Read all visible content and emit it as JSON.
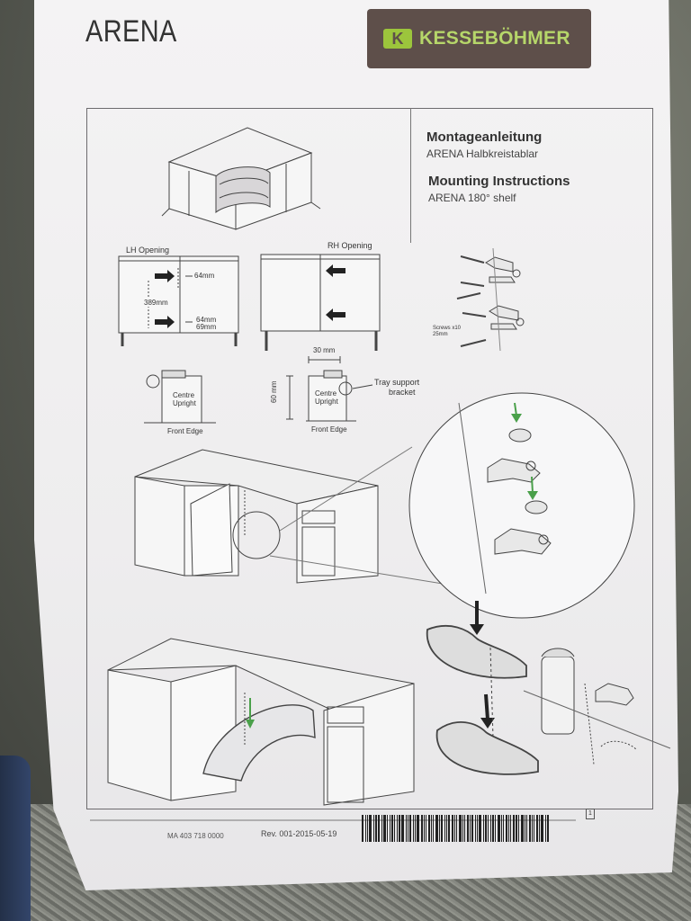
{
  "header": {
    "product": "ARENA",
    "brand_logo": "K",
    "brand_name": "KESSEBÖHMER"
  },
  "info": {
    "de_title": "Montageanleitung",
    "de_subtitle": "ARENA Halbkreistablar",
    "en_title": "Mounting Instructions",
    "en_subtitle": "ARENA 180° shelf"
  },
  "labels": {
    "lh_opening": "LH Opening",
    "rh_opening": "RH Opening",
    "dim_64_top": "64mm",
    "dim_389": "389mm",
    "dim_64_bottom": "64mm",
    "dim_69": "69mm",
    "screws": "Screws x10",
    "screws_size": "25mm",
    "centre_upright_1": "Centre",
    "centre_upright_2": "Upright",
    "front_edge_left": "Front Edge",
    "dim_30": "30 mm",
    "dim_60": "60 mm",
    "centre_upright_3": "Centre",
    "centre_upright_4": "Upright",
    "front_edge_right": "Front Edge",
    "tray_support_1": "Tray support",
    "tray_support_2": "bracket"
  },
  "footer": {
    "part_code": "MA 403 718 0000",
    "revision": "Rev. 001-2015-05-19",
    "page": "1"
  },
  "colors": {
    "brand_bg": "#5e4f4a",
    "brand_green": "#9cc53c",
    "arrow_green": "#4aa04a"
  }
}
